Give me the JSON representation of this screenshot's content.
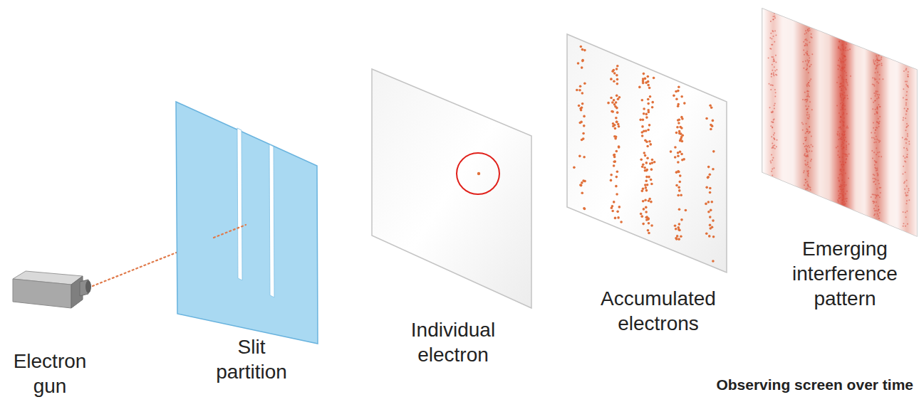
{
  "diagram": {
    "labels": [
      "Electron gun",
      "Slit partition",
      "Individual electron",
      "Accumulated electrons",
      "Emerging interference pattern",
      "Observing screen over time"
    ]
  }
}
